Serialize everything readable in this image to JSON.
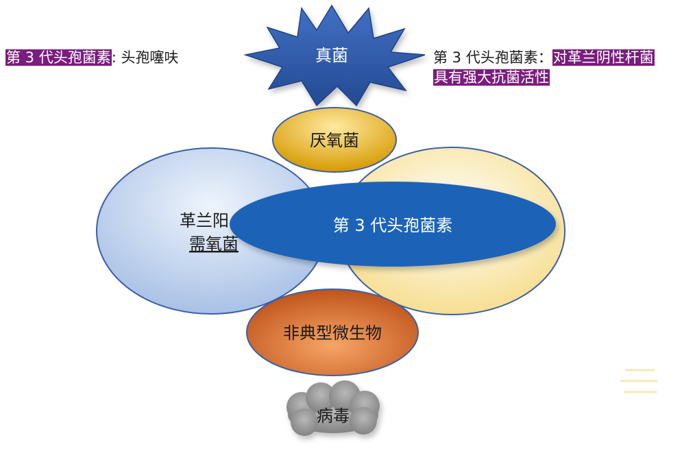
{
  "notes": {
    "left": {
      "highlight": "第 3 代头孢菌素",
      "rest": ": 头孢噻呋"
    },
    "right": {
      "prefix": "第 3 代头孢菌素：",
      "highlight_line1": "对革兰阴性杆菌",
      "highlight_line2": "具有强大抗菌活性"
    }
  },
  "nodes": {
    "fungi": "真菌",
    "anaerobe": "厌氧菌",
    "gram_line1": "革兰阳",
    "gram_line2": "需氧菌",
    "center": "第 3 代头孢菌素",
    "atypical": "非典型微生物",
    "virus": "病毒"
  },
  "colors": {
    "highlight_bg": "#7a1d7e",
    "star": "#2f5aa8",
    "center_oval": "#1f63b8",
    "anaerobe": "#e3ae12",
    "atypical": "#d56d28",
    "virus": "#8a8a8a",
    "left_circle": "#c6d7f0",
    "right_circle": "#fbefc9"
  }
}
